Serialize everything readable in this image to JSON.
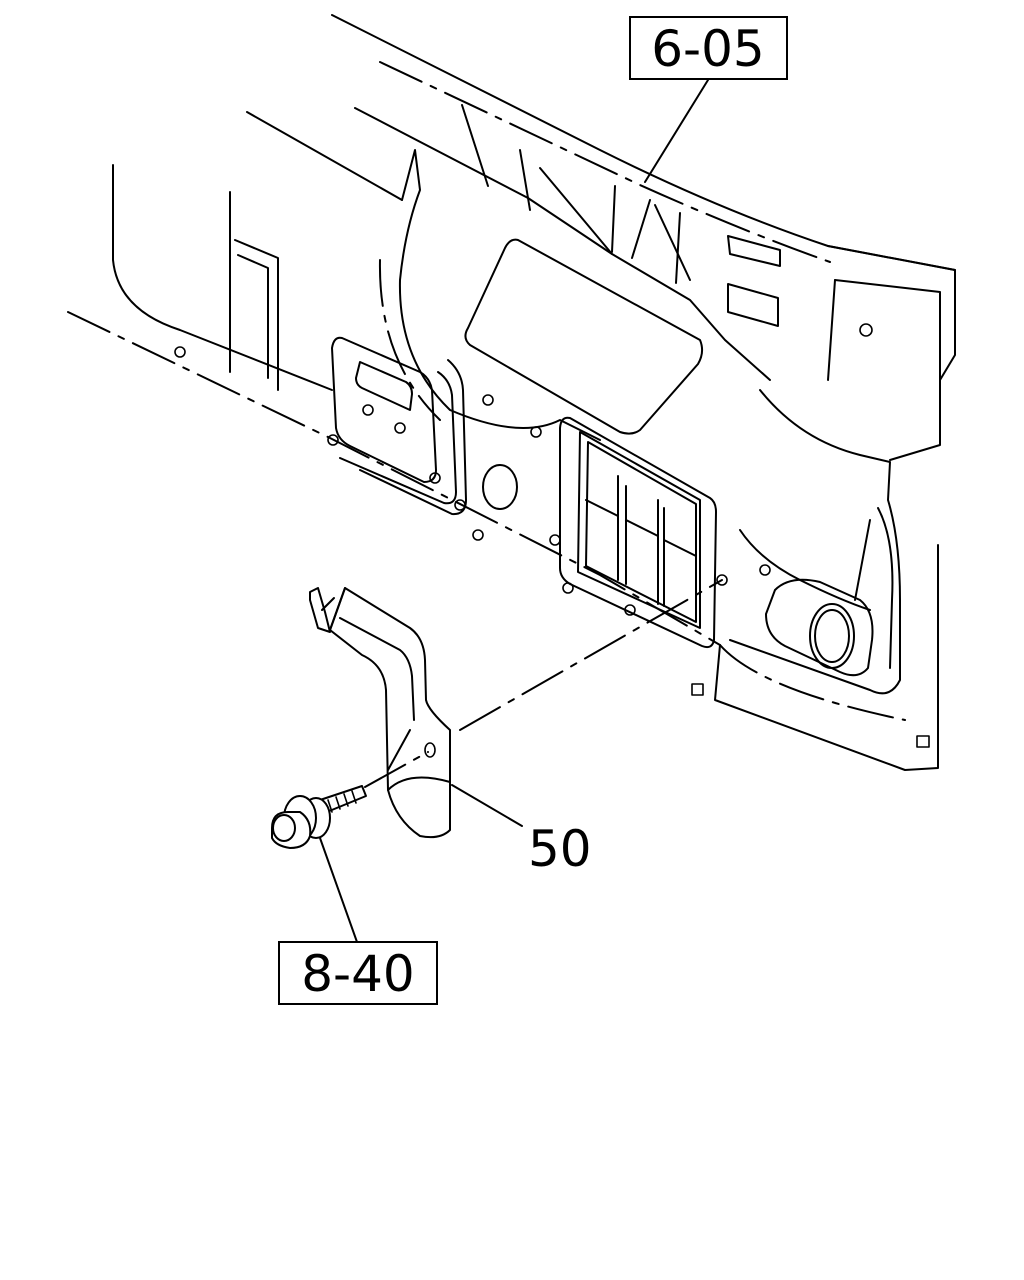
{
  "diagram": {
    "callouts": [
      {
        "id": "ref-upper",
        "label": "6-05",
        "boxed": true
      },
      {
        "id": "ref-bolt",
        "label": "8-40",
        "boxed": true
      },
      {
        "id": "part-bracket",
        "label": "50",
        "boxed": false
      }
    ],
    "stroke_color": "#000000",
    "background_color": "#ffffff"
  }
}
